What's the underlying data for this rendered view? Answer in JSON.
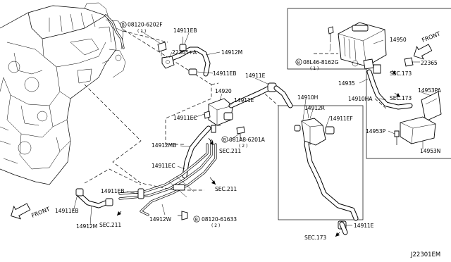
{
  "labels": {
    "bolt_top": "08120-6202F",
    "bolt_top_qty": "( 1 )",
    "p14911EB_top": "14911EB",
    "p22365A": "22365+A",
    "p14912M_top": "14912M",
    "p14911EB_mid": "14911EB",
    "p14911E_top": "14911E",
    "p14920": "14920",
    "p14911E_mid": "14911E",
    "p14911EC_top": "14911EC",
    "bolt_mid": "081A8-6201A",
    "bolt_mid_qty": "( 2 )",
    "p14912MB": "14912MB",
    "sec211_a": "SEC.211",
    "p14911EC_low": "14911EC",
    "sec211_b": "SEC.211",
    "p14911EB_low": "14911EB",
    "p14911EB_left": "14911EB",
    "p14912M_left": "14912M",
    "sec211_c": "SEC.211",
    "p14912W": "14912W",
    "bolt_low": "08120-61633",
    "bolt_low_qty": "( 2 )",
    "p14910H": "14910H",
    "p14912R": "14912R",
    "p14911EF": "14911EF",
    "sec173_low": "SEC.173",
    "p14911E_low": "14911E",
    "p14950": "14950",
    "bolt_right": "08L46-8162G",
    "bolt_right_qty": "( 1 )",
    "p22365": "22365",
    "sec173_a": "SEC.173",
    "p14935": "14935",
    "p14910HA": "14910HA",
    "sec173_b": "SEC.173",
    "p14953PA": "14953PA",
    "p14953P": "14953P",
    "p14953N": "14953N",
    "front_left": "FRONT",
    "front_right": "FRONT",
    "bolt_marker": "B",
    "diagram_code": "J22301EM"
  }
}
